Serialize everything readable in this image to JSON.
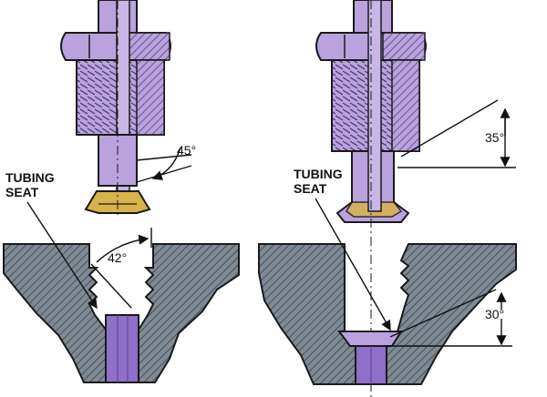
{
  "labels": {
    "left_seat_line1": "TUBING",
    "left_seat_line2": "SEAT",
    "right_seat_line1": "TUBING",
    "right_seat_line2": "SEAT"
  },
  "angles": {
    "left_flare": "45°",
    "left_seat": "42°",
    "right_flare": "35°",
    "right_seat": "30°"
  },
  "colors": {
    "fitting_fill": "#b9a2dd",
    "tube_fill": "#8e6fc9",
    "seat_gasket": "#d8b24a",
    "body_fill": "#7f8a94",
    "outline": "#1a1a1a"
  }
}
